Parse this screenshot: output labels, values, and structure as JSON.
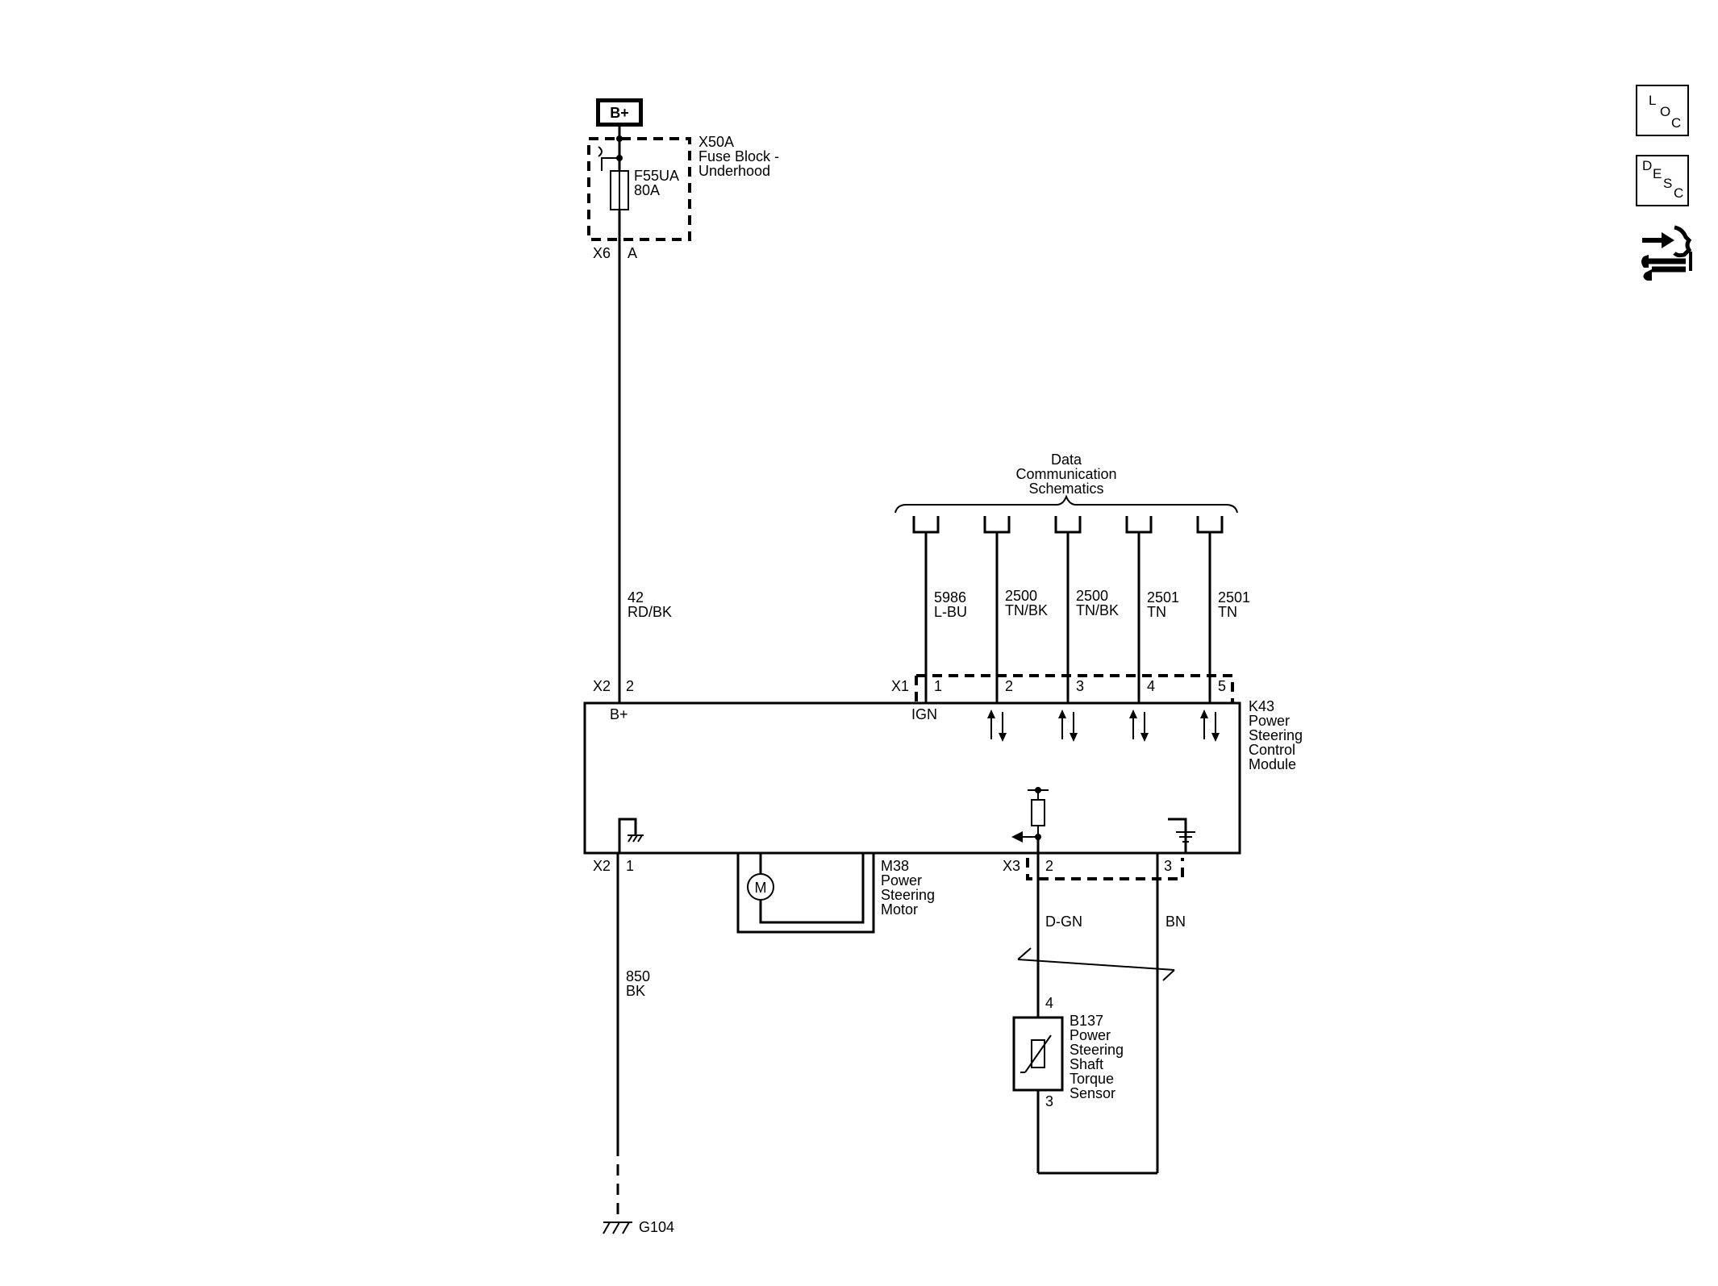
{
  "power": {
    "label": "B+"
  },
  "fuse_block": {
    "id": "X50A",
    "name_line1": "Fuse Block -",
    "name_line2": "Underhood",
    "conn": "X6",
    "pin": "A"
  },
  "fuse": {
    "id": "F55UA",
    "rating": "80A"
  },
  "wire_bplus": {
    "circuit": "42",
    "color": "RD/BK"
  },
  "data_comm": {
    "line1": "Data",
    "line2": "Communication",
    "line3": "Schematics"
  },
  "data_wires": [
    {
      "circuit": "5986",
      "color": "L-BU"
    },
    {
      "circuit": "2500",
      "color": "TN/BK"
    },
    {
      "circuit": "2500",
      "color": "TN/BK"
    },
    {
      "circuit": "2501",
      "color": "TN"
    },
    {
      "circuit": "2501",
      "color": "TN"
    }
  ],
  "module": {
    "id": "K43",
    "name_line1": "Power",
    "name_line2": "Steering",
    "name_line3": "Control",
    "name_line4": "Module",
    "x2_conn": "X2",
    "x2_pin_top": "2",
    "bplus_label": "B+",
    "x1_conn": "X1",
    "x1_pins": [
      "1",
      "2",
      "3",
      "4",
      "5"
    ],
    "ign_label": "IGN",
    "x2_pin_bottom": "1",
    "x3_conn": "X3",
    "x3_pins": [
      "2",
      "3"
    ]
  },
  "motor": {
    "id": "M38",
    "name_line1": "Power",
    "name_line2": "Steering",
    "name_line3": "Motor",
    "symbol": "M"
  },
  "wire_ground": {
    "circuit": "850",
    "color": "BK"
  },
  "ground": {
    "id": "G104"
  },
  "sensor_wires": {
    "signal_color": "D-GN",
    "return_color": "BN"
  },
  "sensor": {
    "id": "B137",
    "name_line1": "Power",
    "name_line2": "Steering",
    "name_line3": "Shaft",
    "name_line4": "Torque",
    "name_line5": "Sensor",
    "pin_top": "4",
    "pin_bottom": "3"
  },
  "side_buttons": {
    "loc": {
      "l1": "L",
      "l2": "O",
      "l3": "C"
    },
    "desc": {
      "l1": "D",
      "l2": "E",
      "l3": "S",
      "l4": "C"
    },
    "tools_icon": "connector-wrench-icon"
  }
}
